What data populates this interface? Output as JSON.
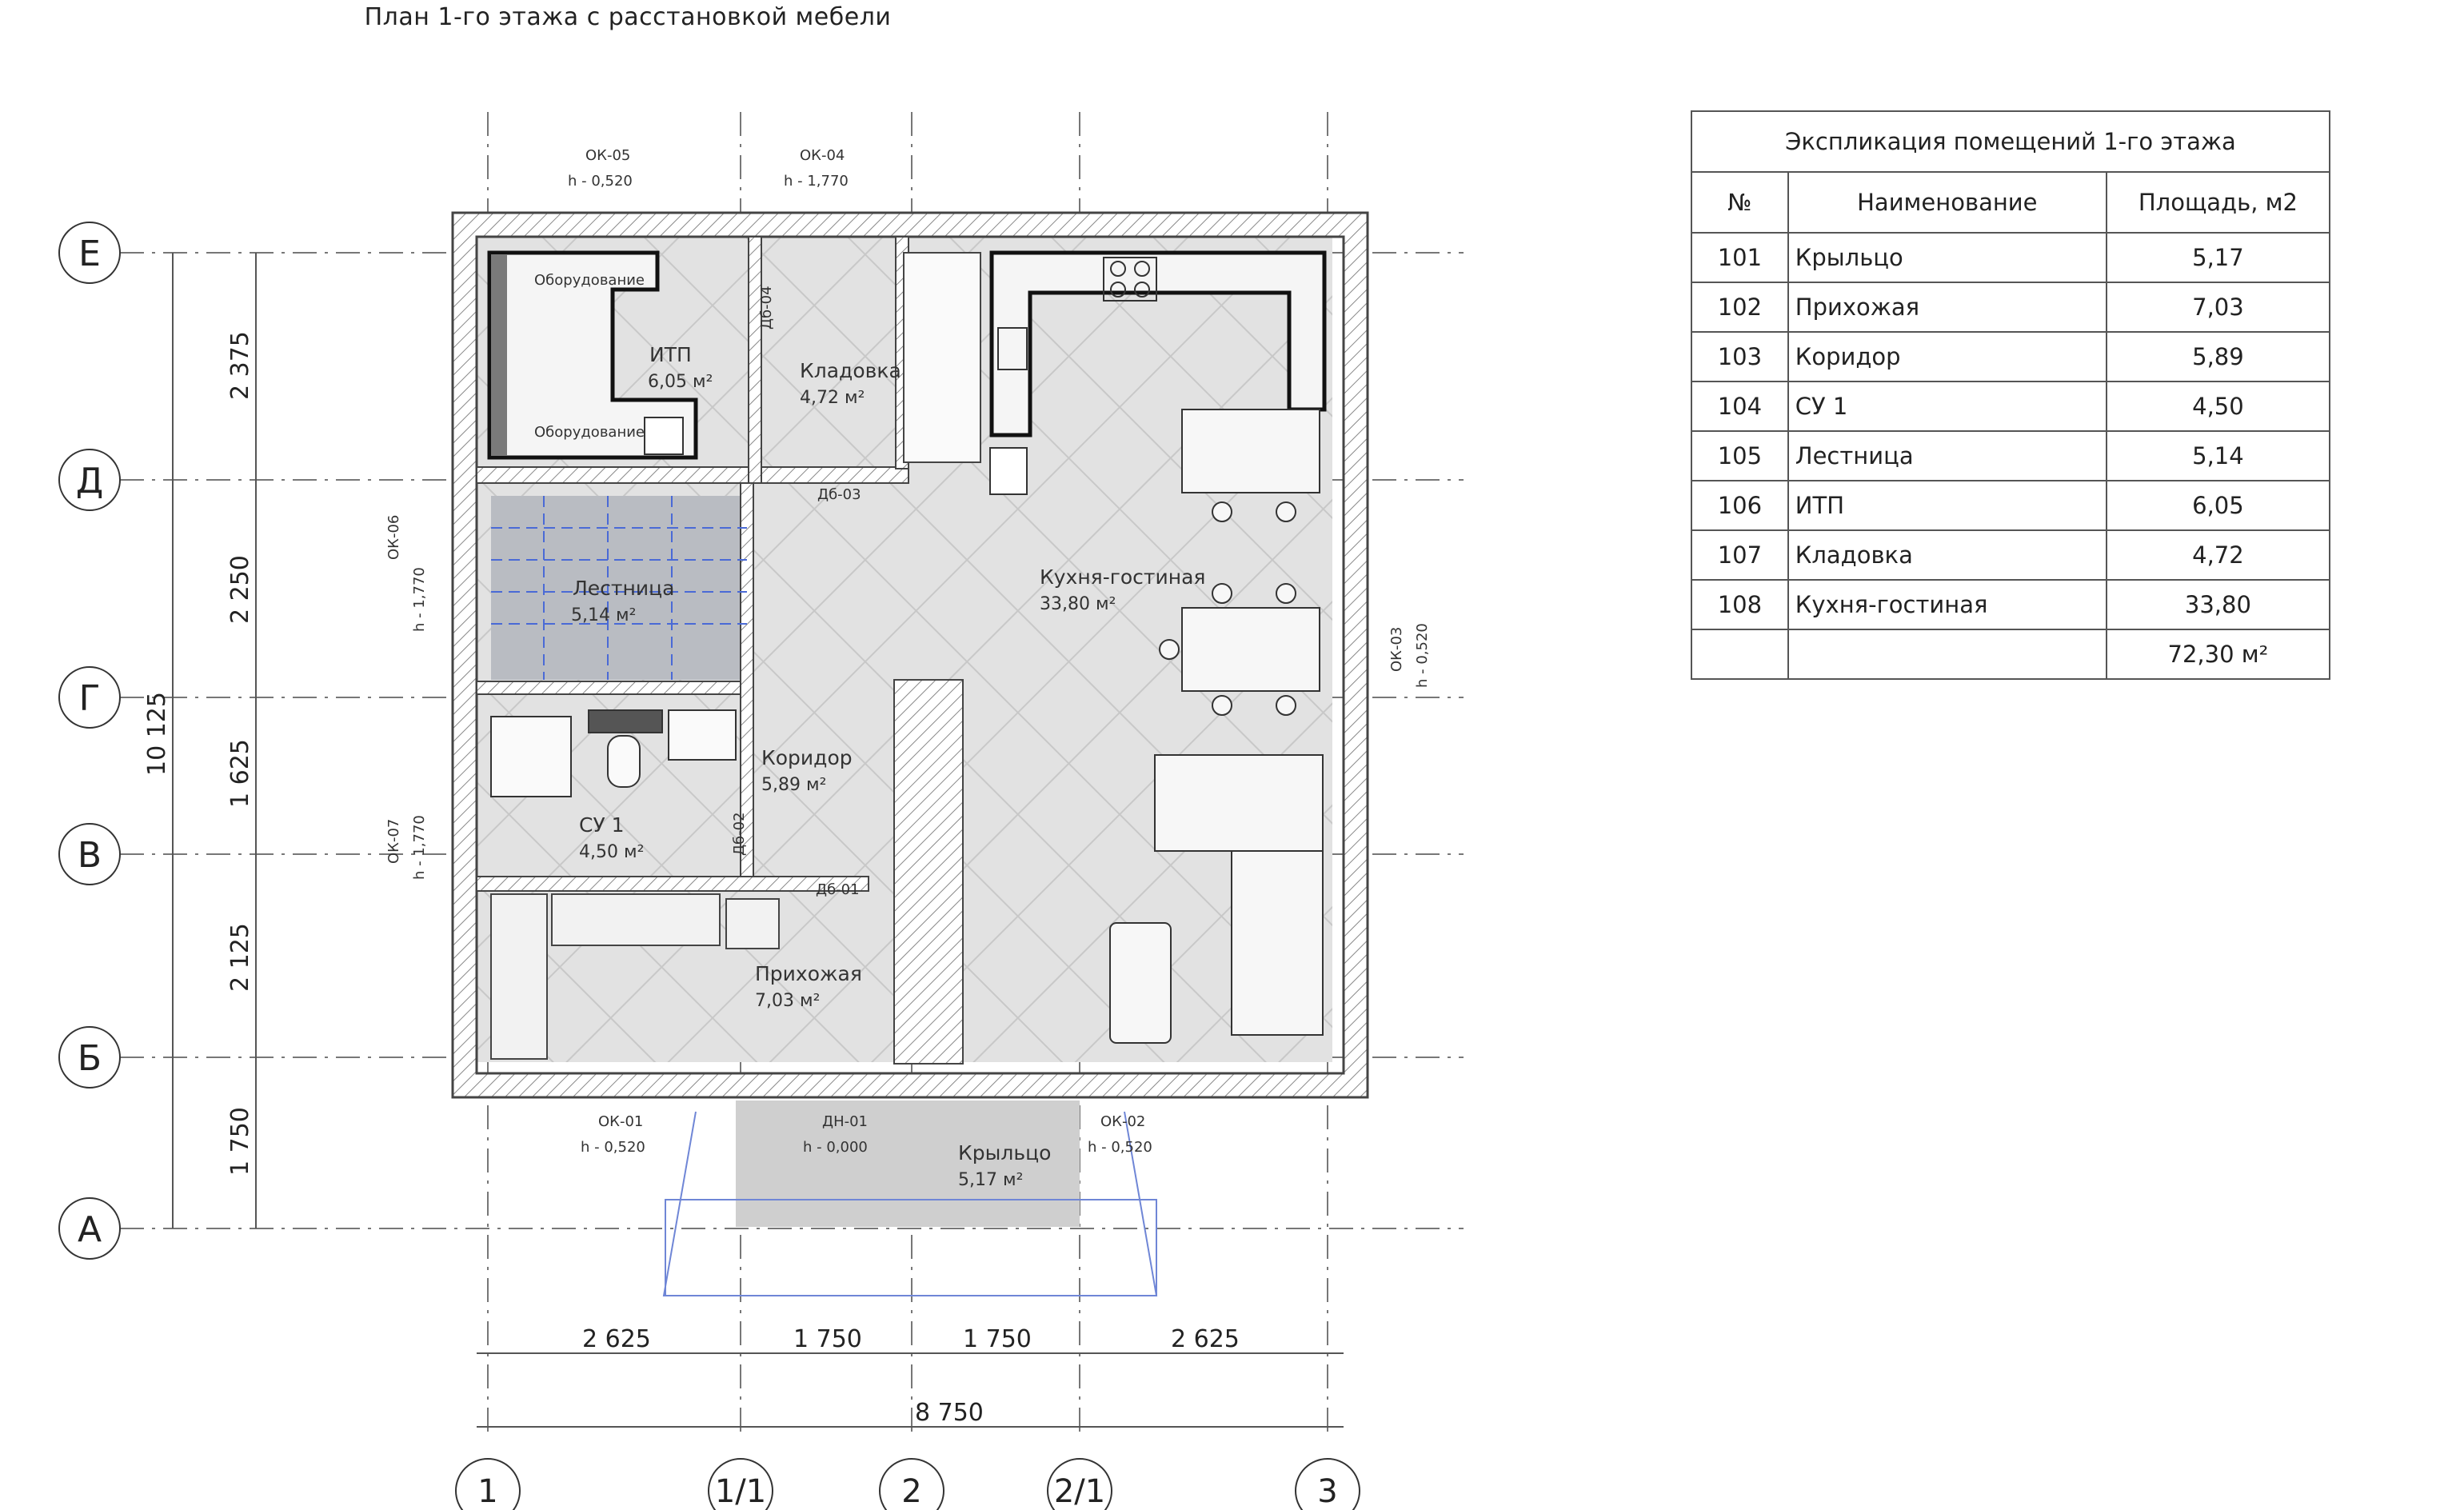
{
  "title": "План 1-го этажа с расстановкой мебели",
  "rooms": [
    {
      "label": "ИТП",
      "area": "6,05 м²"
    },
    {
      "label": "Кладовка",
      "area": "4,72 м²"
    },
    {
      "label": "Лестница",
      "area": "5,14 м²"
    },
    {
      "label": "Кухня-гостиная",
      "area": "33,80 м²"
    },
    {
      "label": "Коридор",
      "area": "5,89 м²"
    },
    {
      "label": "СУ 1",
      "area": "4,50 м²"
    },
    {
      "label": "Прихожая",
      "area": "7,03 м²"
    },
    {
      "label": "Крыльцо",
      "area": "5,17 м²"
    }
  ],
  "equipment": [
    "Оборудование",
    "Оборудование"
  ],
  "openings": [
    {
      "id": "ОК-05",
      "h": "h - 0,520"
    },
    {
      "id": "ОК-04",
      "h": "h - 1,770"
    },
    {
      "id": "ОК-06",
      "h": "h - 1,770"
    },
    {
      "id": "ОК-07",
      "h": "h - 1,770"
    },
    {
      "id": "ОК-03",
      "h": "h - 0,520"
    },
    {
      "id": "ОК-01",
      "h": "h - 0,520"
    },
    {
      "id": "ОК-02",
      "h": "h - 0,520"
    },
    {
      "id": "ДН-01",
      "h": "h - 0,000"
    }
  ],
  "doors": [
    "Дб-04",
    "Дб-03",
    "Дб-02",
    "Дб-01"
  ],
  "axes_rows": [
    "Е",
    "Д",
    "Г",
    "В",
    "Б",
    "А"
  ],
  "axes_cols": [
    "1",
    "1/1",
    "2",
    "2/1",
    "3"
  ],
  "row_dims": [
    "2 375",
    "2 250",
    "1 625",
    "2 125",
    "1 750"
  ],
  "total_height": "10 125",
  "col_dims": [
    "2 625",
    "1 750",
    "1 750",
    "2 625"
  ],
  "total_width": "8 750",
  "table": {
    "title": "Экспликация помещений 1-го этажа",
    "headers": [
      "№",
      "Наименование",
      "Площадь, м2"
    ],
    "rows": [
      {
        "num": "101",
        "name": "Крыльцо",
        "area": "5,17"
      },
      {
        "num": "102",
        "name": "Прихожая",
        "area": "7,03"
      },
      {
        "num": "103",
        "name": "Коридор",
        "area": "5,89"
      },
      {
        "num": "104",
        "name": "СУ 1",
        "area": "4,50"
      },
      {
        "num": "105",
        "name": "Лестница",
        "area": "5,14"
      },
      {
        "num": "106",
        "name": "ИТП",
        "area": "6,05"
      },
      {
        "num": "107",
        "name": "Кладовка",
        "area": "4,72"
      },
      {
        "num": "108",
        "name": "Кухня-гостиная",
        "area": "33,80"
      }
    ],
    "total": "72,30 м²"
  }
}
